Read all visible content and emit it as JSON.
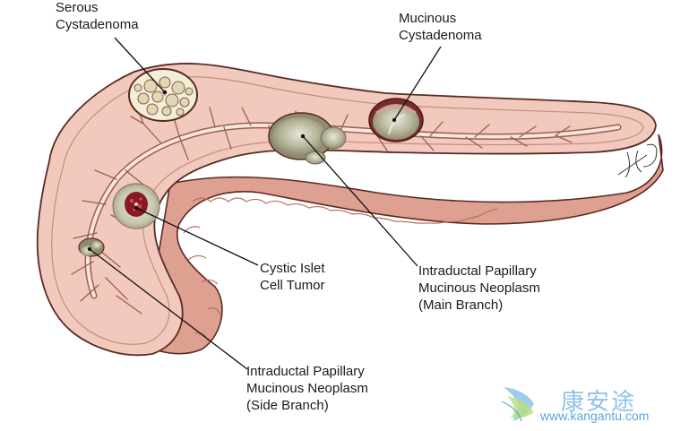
{
  "labels": {
    "serous": [
      "Serous",
      "Cystadenoma"
    ],
    "mucinous": [
      "Mucinous",
      "Cystadenoma"
    ],
    "islet": [
      "Cystic Islet",
      "Cell Tumor"
    ],
    "ipmn_main": [
      "Intraductal Papillary",
      "Mucinous Neoplasm",
      "(Main Branch)"
    ],
    "ipmn_side": [
      "Intraductal Papillary",
      "Mucinous Neoplasm",
      "(Side Branch)"
    ]
  },
  "watermark": {
    "chinese": "康安途",
    "url": "www.kangantu.com"
  },
  "colors": {
    "tissue": "#f2c9bd",
    "tissue_shadow": "#e0a696",
    "lobules": "#dd9f8d",
    "outline": "#5a2a24",
    "duct": "#f7e6dc",
    "cyst_fill": "#b8b79a",
    "tumor_red": "#8a1a22"
  }
}
